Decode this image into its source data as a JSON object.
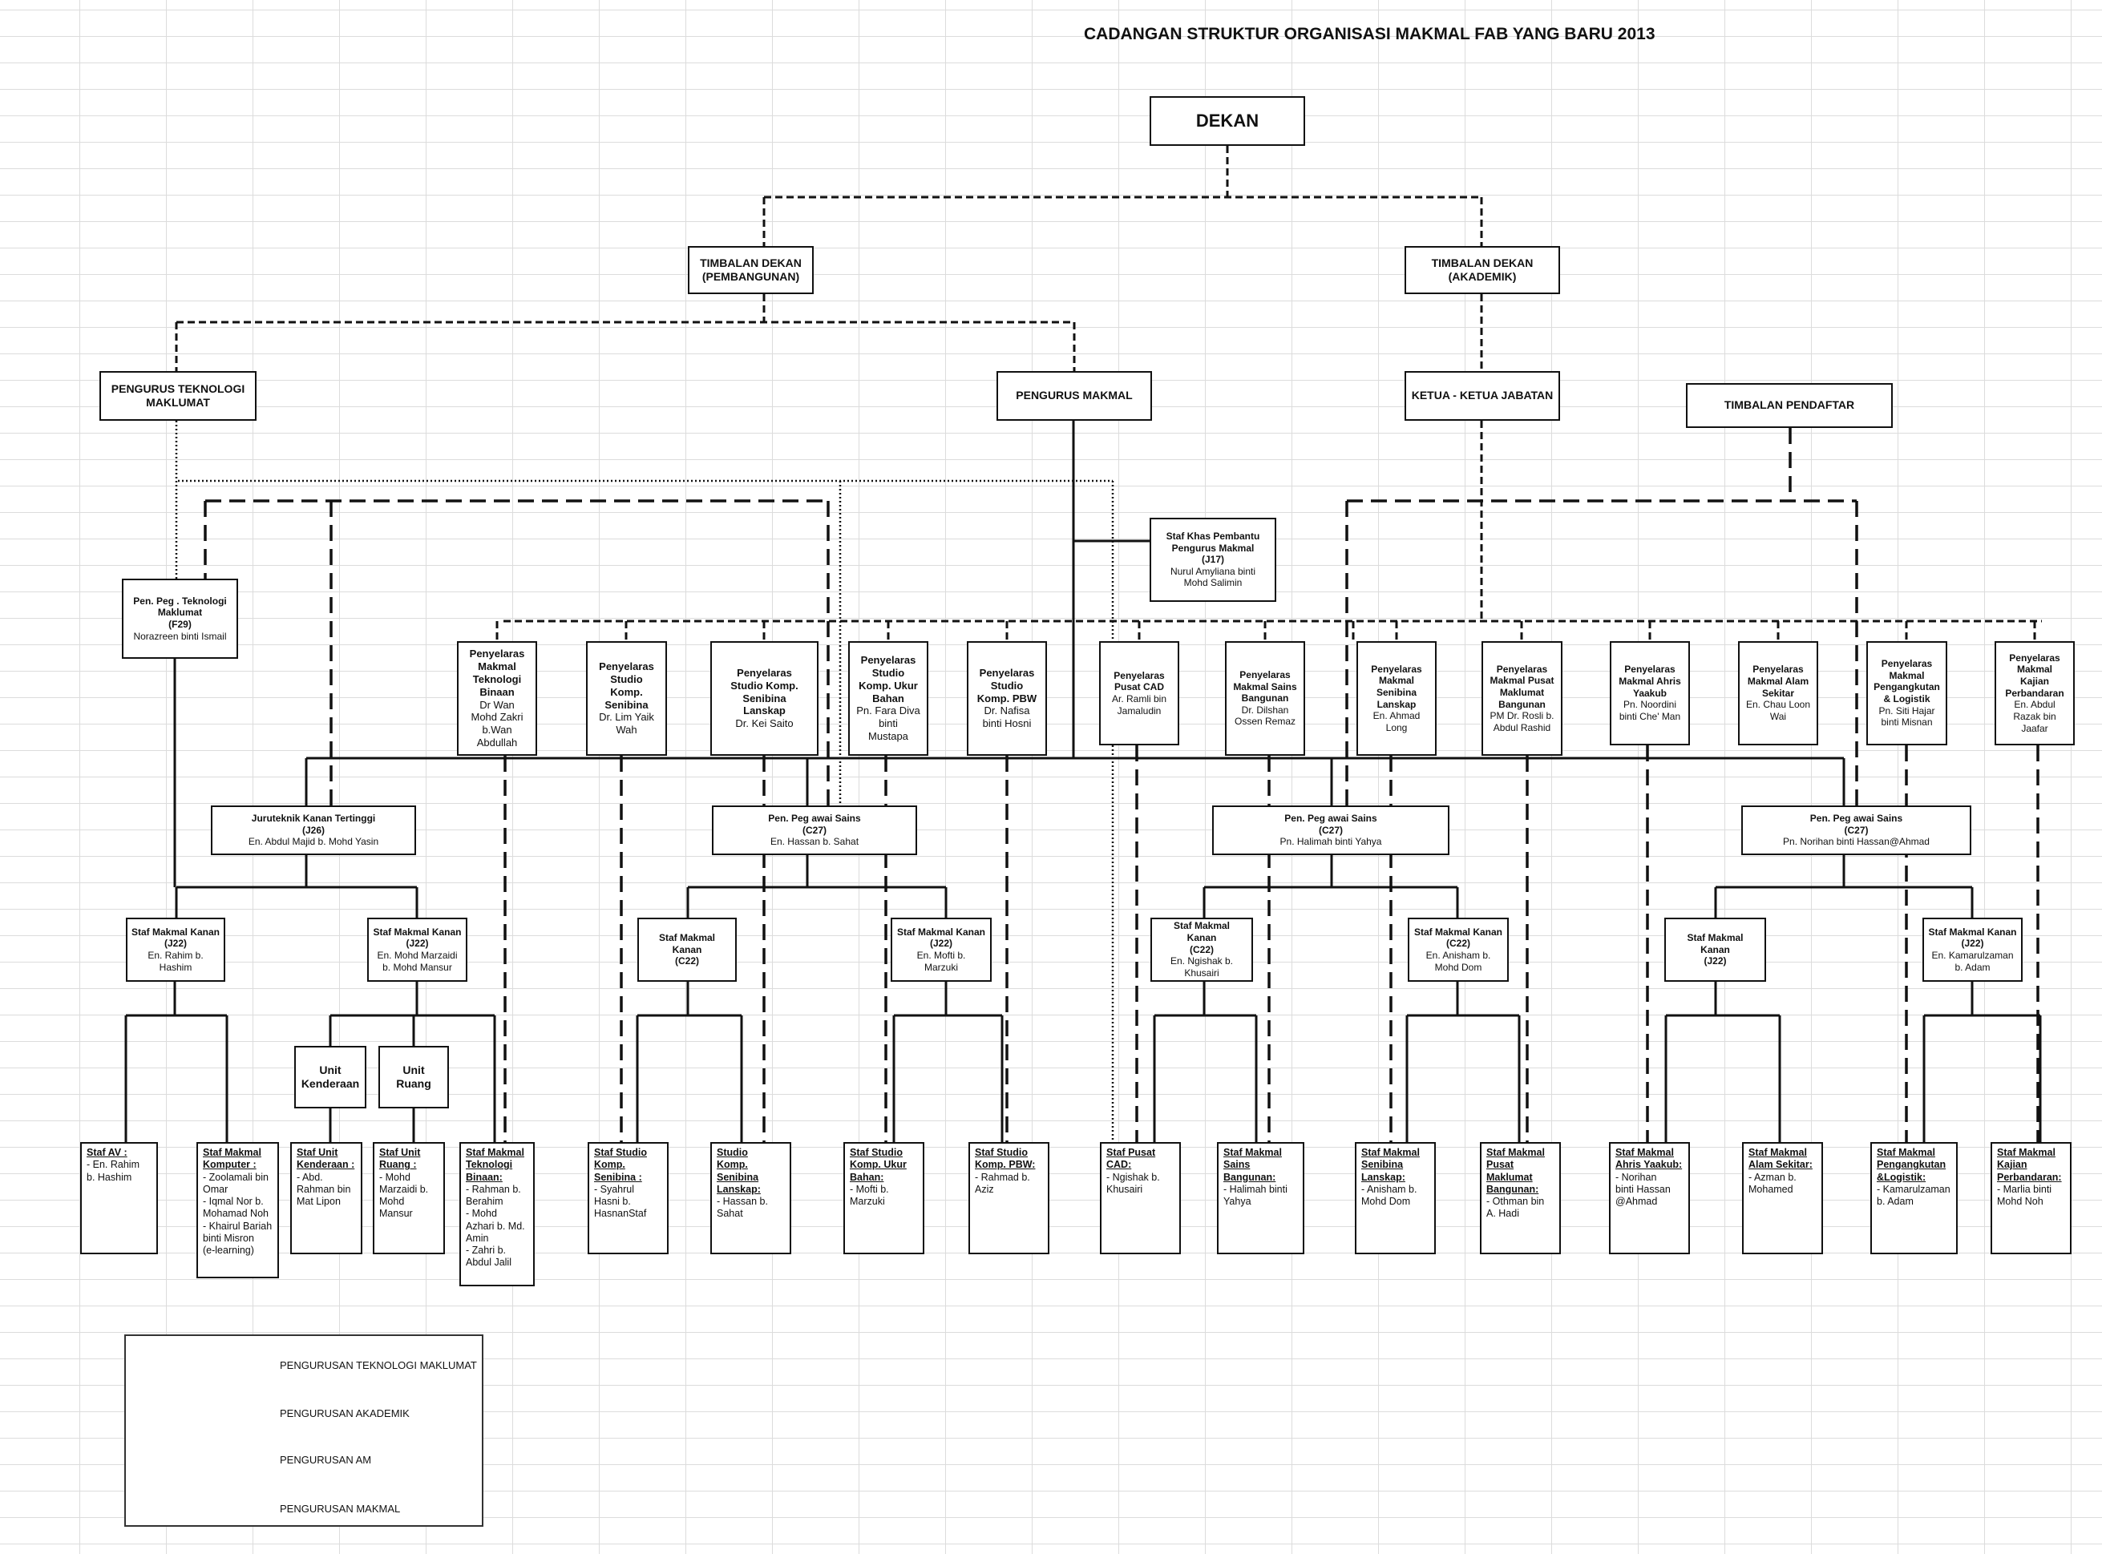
{
  "title": "CADANGAN STRUKTUR ORGANISASI MAKMAL FAB YANG BARU 2013",
  "top": {
    "dekan": "DEKAN",
    "td_pembangunan": "TIMBALAN DEKAN\n(PEMBANGUNAN)",
    "td_akademik": "TIMBALAN DEKAN\n(AKADEMIK)",
    "pengurus_ti": "PENGURUS TEKNOLOGI\nMAKLUMAT",
    "pengurus_makmal": "PENGURUS MAKMAL",
    "ketua_jabatan": "KETUA - KETUA  JABATAN",
    "timbalan_pendaftar": "TIMBALAN PENDAFTAR"
  },
  "staf_khas": {
    "title": "Staf Khas Pembantu\nPengurus Makmal\n(J17)",
    "name": "Nurul Amyliana binti\nMohd Salimin"
  },
  "pen_peg_ti": {
    "title": "Pen. Peg . Teknologi\nMaklumat\n(F29)",
    "name": "Norazreen binti Ismail"
  },
  "penyelaras": [
    {
      "title": "Penyelaras\nMakmal\nTeknologi\nBinaan",
      "name": "Dr Wan\nMohd Zakri\nb.Wan\nAbdullah"
    },
    {
      "title": "Penyelaras\nStudio\nKomp.\nSenibina",
      "name": "Dr. Lim Yaik\nWah"
    },
    {
      "title": "Penyelaras\nStudio Komp.\nSenibina\nLanskap",
      "name": "Dr. Kei Saito"
    },
    {
      "title": "Penyelaras\nStudio\nKomp.  Ukur\nBahan",
      "name": "Pn. Fara Diva\nbinti\nMustapa"
    },
    {
      "title": "Penyelaras\nStudio\nKomp.  PBW",
      "name": "Dr. Nafisa\nbinti Hosni"
    },
    {
      "title": "Penyelaras\nPusat  CAD",
      "name": "Ar. Ramli bin\nJamaludin"
    },
    {
      "title": "Penyelaras\nMakmal  Sains\nBangunan",
      "name": "Dr. Dilshan\nOssen Remaz"
    },
    {
      "title": "Penyelaras\nMakmal\nSenibina\nLanskap",
      "name": "En. Ahmad\nLong"
    },
    {
      "title": "Penyelaras\nMakmal Pusat\nMaklumat\nBangunan",
      "name": "PM Dr. Rosli b.\nAbdul Rashid"
    },
    {
      "title": "Penyelaras\nMakmal Ahris\nYaakub",
      "name": "Pn. Noordini\nbinti Che' Man"
    },
    {
      "title": "Penyelaras\nMakmal Alam\nSekitar",
      "name": "En. Chau Loon\nWai"
    },
    {
      "title": "Penyelaras\nMakmal\nPengangkutan\n& Logistik",
      "name": "Pn. Siti Hajar\nbinti Misnan"
    },
    {
      "title": "Penyelaras\nMakmal\nKajian\nPerbandaran",
      "name": "En. Abdul\nRazak bin\nJaafar"
    }
  ],
  "level2": [
    {
      "title": "Juruteknik Kanan Tertinggi\n(J26)",
      "name": "En. Abdul Majid b. Mohd Yasin"
    },
    {
      "title": "Pen. Peg awai Sains\n(C27)",
      "name": "En. Hassan b. Sahat"
    },
    {
      "title": "Pen. Peg awai Sains\n(C27)",
      "name": "Pn. Halimah binti Yahya"
    },
    {
      "title": "Pen. Peg awai Sains\n(C27)",
      "name": "Pn. Norihan binti Hassan@Ahmad"
    }
  ],
  "level3": [
    {
      "title": "Staf Makmal Kanan\n(J22)",
      "name": "En. Rahim b.\nHashim"
    },
    {
      "title": "Staf Makmal Kanan\n(J22)",
      "name": "En. Mohd Marzaidi\nb. Mohd Mansur"
    },
    {
      "title": "Staf Makmal\nKanan\n(C22)",
      "name": ""
    },
    {
      "title": "Staf Makmal Kanan\n(J22)",
      "name": "En. Mofti b.\nMarzuki"
    },
    {
      "title": "Staf Makmal\nKanan\n(C22)",
      "name": "En. Ngishak b.\nKhusairi"
    },
    {
      "title": "Staf Makmal Kanan\n(C22)",
      "name": "En. Anisham b.\nMohd Dom"
    },
    {
      "title": "Staf Makmal\nKanan\n(J22)",
      "name": ""
    },
    {
      "title": "Staf Makmal Kanan\n(J22)",
      "name": "En. Kamarulzaman\nb. Adam"
    }
  ],
  "units": [
    "Unit\nKenderaan",
    "Unit\nRuang"
  ],
  "staff": [
    {
      "head": "Staf  AV :",
      "body": "-  En. Rahim\nb. Hashim"
    },
    {
      "head": "Staf  Makmal\nKomputer :",
      "body": "-  Zoolamali bin\nOmar\n- Iqmal Nor b.\nMohamad Noh\n- Khairul  Bariah\nbinti Misron\n(e-learning)"
    },
    {
      "head": "Staf  Unit\nKenderaan :",
      "body": "- Abd.\nRahman bin\nMat Lipon"
    },
    {
      "head": "Staf  Unit\nRuang :",
      "body": "- Mohd\nMarzaidi b.\nMohd\nMansur"
    },
    {
      "head": "Staf Makmal\nTeknologi\nBinaan:",
      "body": "- Rahman b.\nBerahim\n- Mohd\nAzhari b. Md.\nAmin\n- Zahri b.\nAbdul Jalil"
    },
    {
      "head": "Staf  Studio\nKomp.\nSenibina :",
      "body": "-  Syahrul\nHasni b.\nHasnanStaf"
    },
    {
      "head": "Studio\nKomp.\nSenibina\nLanskap:",
      "body": "-  Hassan b.\nSahat"
    },
    {
      "head": "Staf  Studio\nKomp. Ukur\nBahan:",
      "body": "-  Mofti b.\nMarzuki"
    },
    {
      "head": "Staf  Studio\nKomp. PBW:",
      "body": "-  Rahmad b.\nAziz"
    },
    {
      "head": "Staf  Pusat\nCAD:",
      "body": "-  Ngishak b.\nKhusairi"
    },
    {
      "head": "Staf  Makmal\nSains Bangunan:",
      "body": "-  Halimah binti\nYahya"
    },
    {
      "head": "Staf  Makmal\nSenibina\nLanskap:",
      "body": "-  Anisham b.\nMohd Dom"
    },
    {
      "head": "Staf  Makmal\nPusat\nMaklumat\nBangunan:",
      "body": "-  Othman bin\nA. Hadi"
    },
    {
      "head": "Staf  Makmal\nAhris Yaakub:",
      "body": "-  Norihan\nbinti Hassan\n@Ahmad"
    },
    {
      "head": "Staf  Makmal\nAlam Sekitar:",
      "body": "-  Azman b.\nMohamed"
    },
    {
      "head": "Staf  Makmal\nPengangkutan\n&Logistik:",
      "body": "- Kamarulzaman\nb. Adam"
    },
    {
      "head": "Staf  Makmal\nKajian\nPerbandaran:",
      "body": "-  Marlia binti\nMohd Noh"
    }
  ],
  "legend": [
    "PENGURUSAN TEKNOLOGI MAKLUMAT",
    "PENGURUSAN AKADEMIK",
    "PENGURUSAN AM",
    "PENGURUSAN MAKMAL"
  ]
}
